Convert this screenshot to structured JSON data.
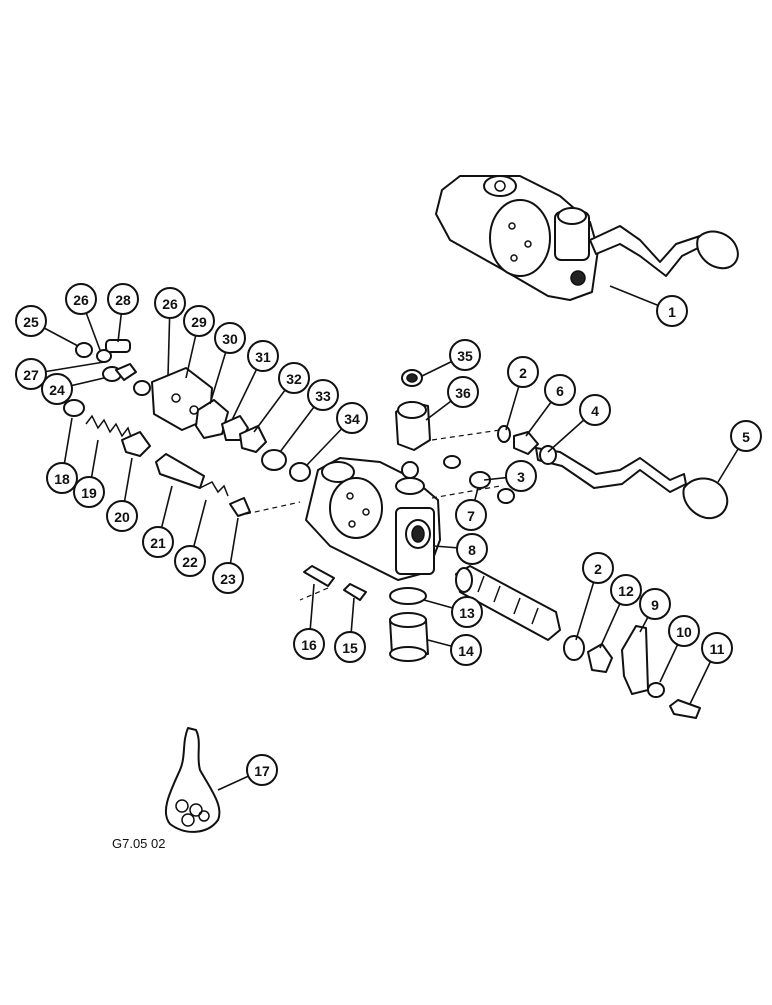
{
  "figure_code": "G7.05 02",
  "callouts": [
    "1",
    "2",
    "2",
    "3",
    "4",
    "5",
    "6",
    "7",
    "8",
    "9",
    "10",
    "11",
    "12",
    "13",
    "14",
    "15",
    "16",
    "17",
    "18",
    "19",
    "20",
    "21",
    "22",
    "23",
    "24",
    "25",
    "26",
    "26",
    "27",
    "28",
    "29",
    "30",
    "31",
    "32",
    "33",
    "34",
    "35",
    "36"
  ]
}
